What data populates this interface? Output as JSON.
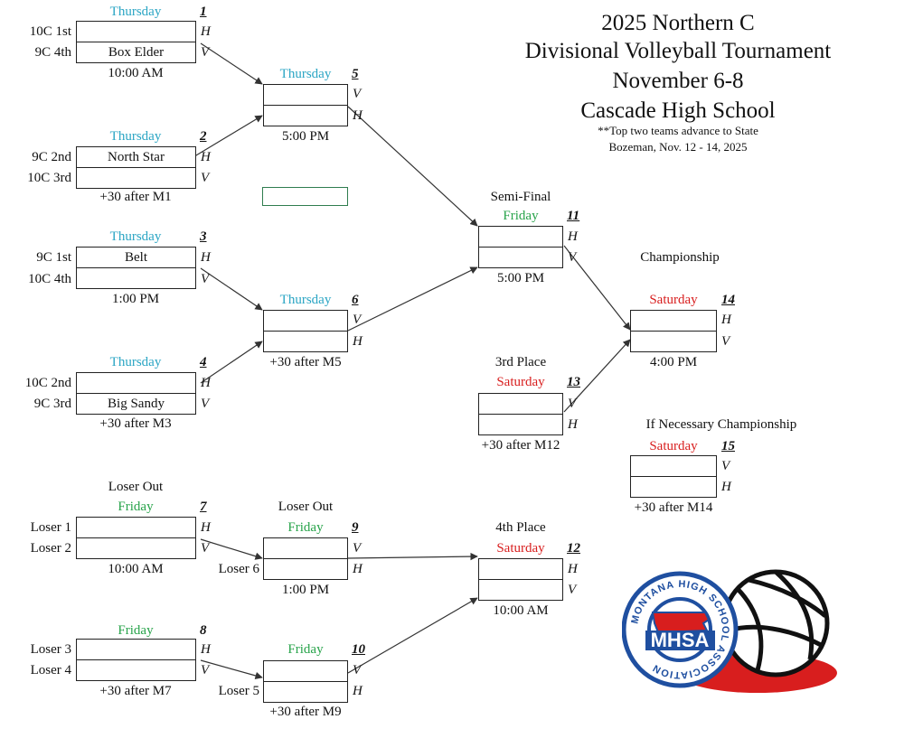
{
  "header": {
    "line1": "2025 Northern C",
    "line2": "Divisional Volleyball Tournament",
    "line3": "November 6-8",
    "line4": "Cascade High School",
    "note1": "**Top two teams advance to State",
    "note2": "Bozeman, Nov. 12 - 14, 2025"
  },
  "labels": {
    "semi_final": "Semi-Final",
    "championship": "Championship",
    "third_place": "3rd Place",
    "if_necessary": "If Necessary Championship",
    "loser_out_7": "Loser Out",
    "loser_out_9": "Loser Out",
    "fourth_place": "4th Place"
  },
  "logo": {
    "text": "MHSA",
    "ring_text": "MONTANA HIGH SCHOOL ASSOCIATION"
  },
  "colors": {
    "thursday": "#2aa5c4",
    "friday": "#27a34a",
    "saturday": "#d81e1e"
  },
  "matches": {
    "m1": {
      "number": "1",
      "day": "Thursday",
      "seed_top": "10C 1st",
      "seed_bottom": "9C 4th",
      "team_bottom": "Box Elder",
      "hv_top": "H",
      "hv_bottom": "V",
      "time": "10:00 AM"
    },
    "m2": {
      "number": "2",
      "day": "Thursday",
      "seed_top": "9C 2nd",
      "seed_bottom": "10C 3rd",
      "team_top": "North Star",
      "hv_top": "H",
      "hv_bottom": "V",
      "time": "+30 after M1"
    },
    "m3": {
      "number": "3",
      "day": "Thursday",
      "seed_top": "9C 1st",
      "seed_bottom": "10C 4th",
      "team_top": "Belt",
      "hv_top": "H",
      "hv_bottom": "V",
      "time": "1:00 PM"
    },
    "m4": {
      "number": "4",
      "day": "Thursday",
      "seed_top": "10C 2nd",
      "seed_bottom": "9C 3rd",
      "team_bottom": "Big Sandy",
      "hv_top": "H",
      "hv_bottom": "V",
      "time": "+30 after M3"
    },
    "m5": {
      "number": "5",
      "day": "Thursday",
      "hv_top": "V",
      "hv_bottom": "H",
      "time": "5:00 PM"
    },
    "m6": {
      "number": "6",
      "day": "Thursday",
      "hv_top": "V",
      "hv_bottom": "H",
      "time": "+30 after M5"
    },
    "m7": {
      "number": "7",
      "day": "Friday",
      "seed_top": "Loser 1",
      "seed_bottom": "Loser 2",
      "hv_top": "H",
      "hv_bottom": "V",
      "time": "10:00 AM"
    },
    "m8": {
      "number": "8",
      "day": "Friday",
      "seed_top": "Loser 3",
      "seed_bottom": "Loser 4",
      "hv_top": "H",
      "hv_bottom": "V",
      "time": "+30 after M7"
    },
    "m9": {
      "number": "9",
      "day": "Friday",
      "seed_bottom": "Loser 6",
      "hv_top": "V",
      "hv_bottom": "H",
      "time": "1:00 PM"
    },
    "m10": {
      "number": "10",
      "day": "Friday",
      "seed_bottom": "Loser 5",
      "hv_top": "V",
      "hv_bottom": "H",
      "time": "+30 after M9"
    },
    "m11": {
      "number": "11",
      "day": "Friday",
      "hv_top": "H",
      "hv_bottom": "V",
      "time": "5:00 PM"
    },
    "m12": {
      "number": "12",
      "day": "Saturday",
      "hv_top": "H",
      "hv_bottom": "V",
      "time": "10:00 AM"
    },
    "m13": {
      "number": "13",
      "day": "Saturday",
      "hv_top": "V",
      "hv_bottom": "H",
      "time": "+30 after M12"
    },
    "m14": {
      "number": "14",
      "day": "Saturday",
      "hv_top": "H",
      "hv_bottom": "V",
      "time": "4:00 PM"
    },
    "m15": {
      "number": "15",
      "day": "Saturday",
      "hv_top": "V",
      "hv_bottom": "H",
      "time": "+30 after M14"
    }
  }
}
